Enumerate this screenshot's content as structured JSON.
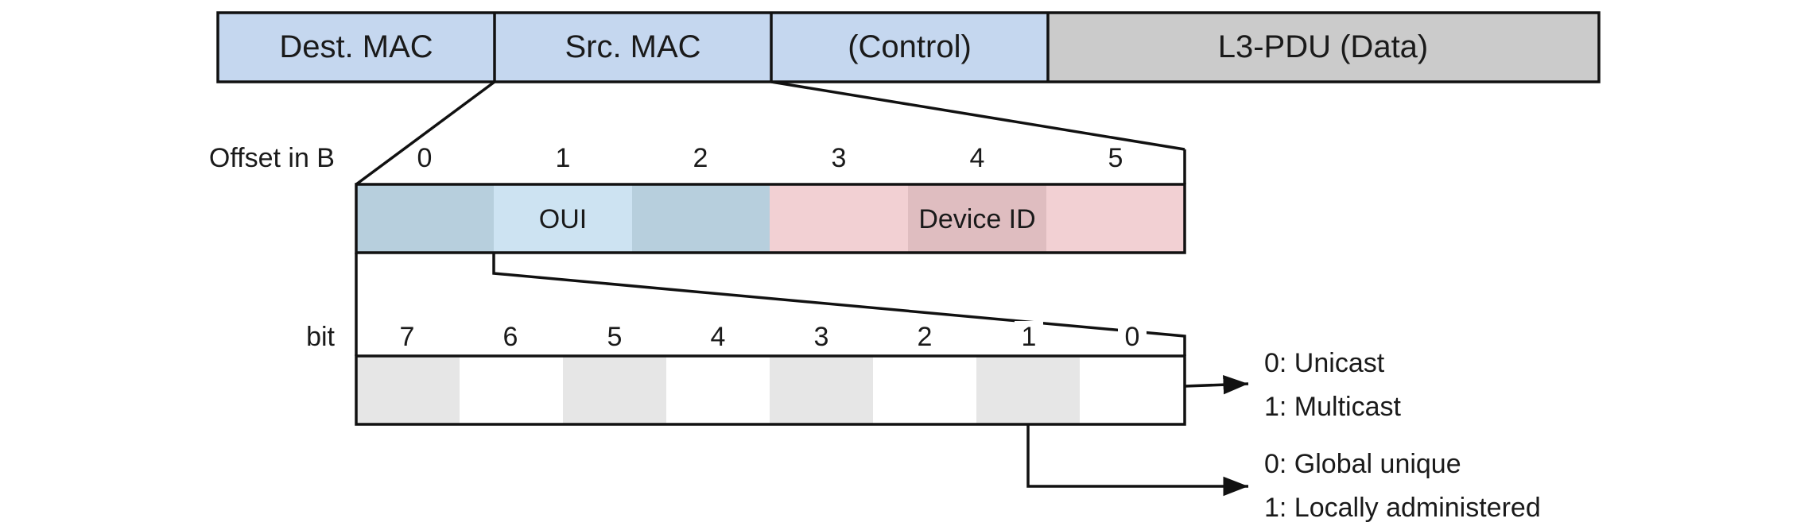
{
  "frame": {
    "fields": [
      {
        "label": "Dest. MAC",
        "color": "#c5d7ef"
      },
      {
        "label": "Src. MAC",
        "color": "#c5d7ef"
      },
      {
        "label": "(Control)",
        "color": "#c5d7ef"
      },
      {
        "label": "L3-PDU (Data)",
        "color": "#cbcbcb"
      }
    ]
  },
  "mac": {
    "offset_label": "Offset in B",
    "offsets": [
      "0",
      "1",
      "2",
      "3",
      "4",
      "5"
    ],
    "oui_label": "OUI",
    "device_label": "Device ID",
    "colors": {
      "oui_dark": "#b7cfdd",
      "oui_light": "#cde3f2",
      "dev_light": "#f2d0d3",
      "dev_dark": "#dfbdc0"
    }
  },
  "byte": {
    "bit_label": "bit",
    "bits": [
      "7",
      "6",
      "5",
      "4",
      "3",
      "2",
      "1",
      "0"
    ],
    "colors": {
      "shaded": "#e6e6e6",
      "plain": "#ffffff"
    }
  },
  "annotations": {
    "cast": {
      "line0": "0: Unicast",
      "line1": "1: Multicast"
    },
    "admin": {
      "line0": "0: Global unique",
      "line1": "1: Locally administered"
    }
  }
}
